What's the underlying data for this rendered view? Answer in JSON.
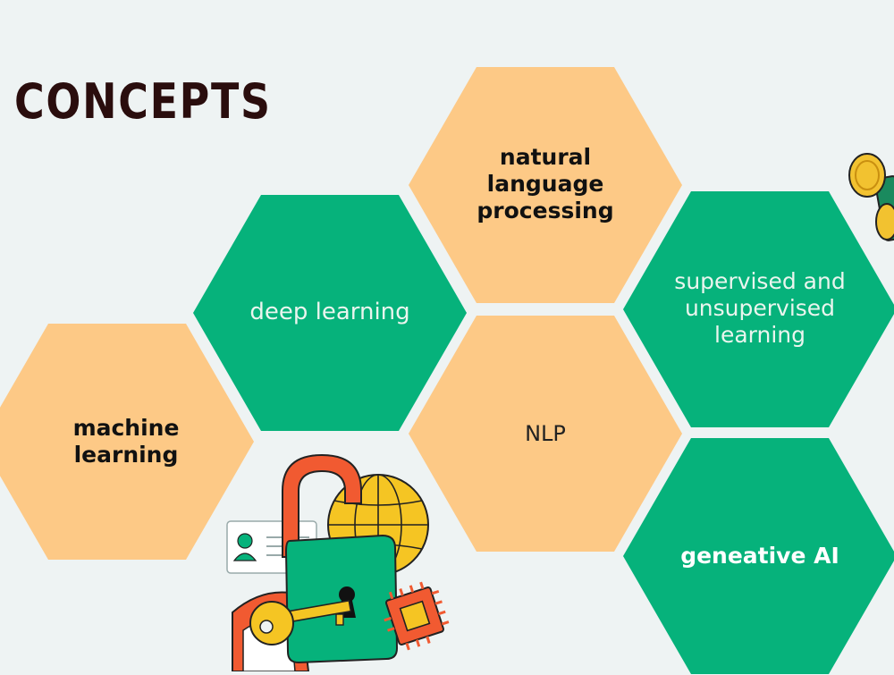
{
  "title": "CONCEPTS",
  "colors": {
    "background": "#eef3f3",
    "peach": "#fdc986",
    "green": "#06b27b",
    "title": "#2a0d0d"
  },
  "hexagons": [
    {
      "label": "machine learning",
      "color": "peach"
    },
    {
      "label": "deep learning",
      "color": "green"
    },
    {
      "label": "natural language processing",
      "color": "peach"
    },
    {
      "label": "NLP",
      "color": "peach"
    },
    {
      "label": "supervised and unsupervised learning",
      "color": "green"
    },
    {
      "label": "geneative AI",
      "color": "green"
    }
  ],
  "illustrations": {
    "main": "padlock-key-globe-chip-illustration",
    "corner": "coins-illustration"
  }
}
